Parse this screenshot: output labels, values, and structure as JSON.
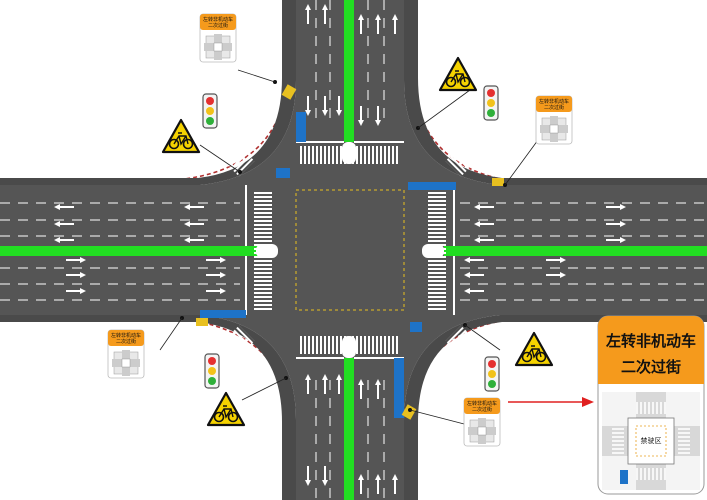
{
  "sign_text": {
    "title_line1": "左转非机动车",
    "title_line2": "二次过街",
    "small_line1": "左转非机动车",
    "small_line2": "二次过街",
    "zone_label": "禁驶区"
  },
  "colors": {
    "road": "#555555",
    "median_green": "#22dd22",
    "sign_orange": "#f59a1c",
    "bike_lane_red": "#b03030",
    "blue_panel": "#1e73c8",
    "warning_yellow": "#f5d200",
    "arrow_red": "#e02020",
    "stop_yellow": "#e8c020"
  },
  "icons": [
    "bicycle-warning-sign",
    "traffic-light",
    "direction-arrow",
    "zebra-crossing"
  ]
}
